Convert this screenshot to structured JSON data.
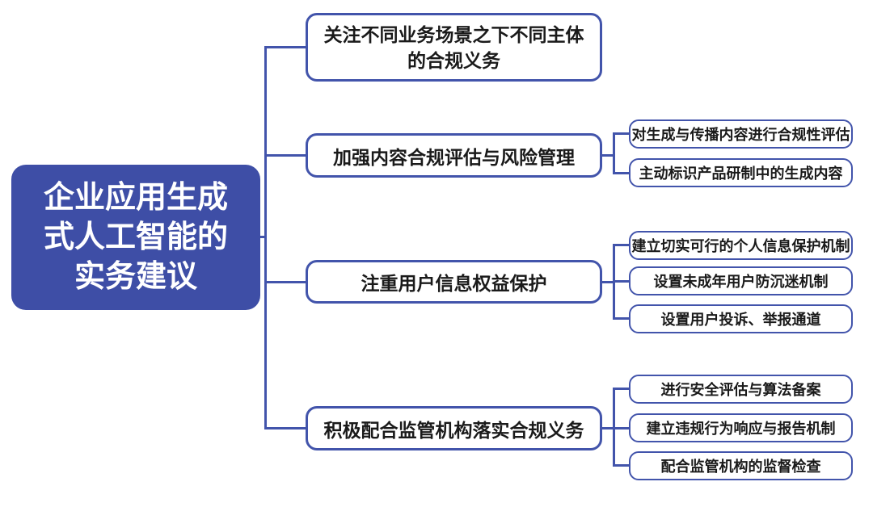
{
  "title": "企业应用生成式人工智能的实务建议",
  "colors": {
    "node_fill": "#3e4ea6",
    "border": "#4254ab",
    "text": "#1a1a1a",
    "root_text": "#ffffff",
    "bg": "#ffffff"
  },
  "mindmap": {
    "root": {
      "label": "企业应用生成\n式人工智能的\n实务建议"
    },
    "branches": [
      {
        "label": "关注不同业务场景之下不同主体\n的合规义务",
        "children": []
      },
      {
        "label": "加强内容合规评估与风险管理",
        "children": [
          "对生成与传播内容进行合规性评估",
          "主动标识产品研制中的生成内容"
        ]
      },
      {
        "label": "注重用户信息权益保护",
        "children": [
          "建立切实可行的个人信息保护机制",
          "设置未成年用户防沉迷机制",
          "设置用户投诉、举报通道"
        ]
      },
      {
        "label": "积极配合监管机构落实合规义务",
        "children": [
          "进行安全评估与算法备案",
          "建立违规行为响应与报告机制",
          "配合监管机构的监督检查"
        ]
      }
    ]
  }
}
